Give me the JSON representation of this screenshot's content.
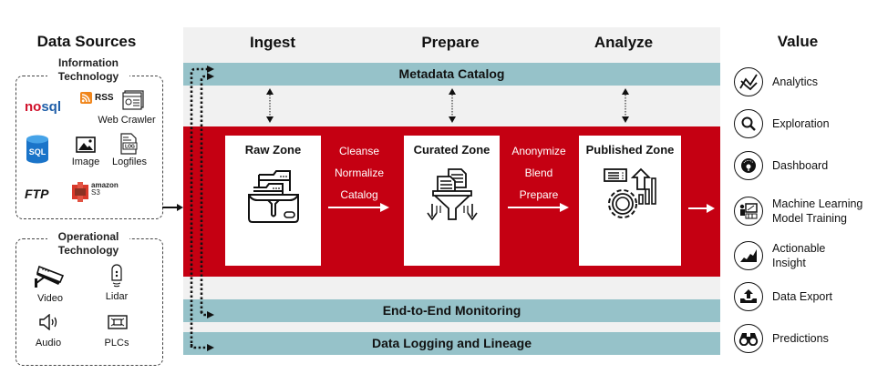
{
  "diagram": {
    "sections": {
      "data_sources": "Data Sources",
      "value": "Value"
    },
    "phases": [
      "Ingest",
      "Prepare",
      "Analyze"
    ],
    "information_technology": {
      "title_line1": "Information",
      "title_line2": "Technology",
      "items": {
        "nosql_a": "no",
        "nosql_b": "sql",
        "rss": "RSS",
        "web_crawler": "Web Crawler",
        "sql": "SQL",
        "image": "Image",
        "logfiles": "Logfiles",
        "log_tag": "LOG",
        "ftp": "FTP",
        "amazon": "amazon",
        "s3": "S3"
      }
    },
    "operational_technology": {
      "title_line1": "Operational",
      "title_line2": "Technology",
      "items": [
        "Video",
        "Lidar",
        "Audio",
        "PLCs"
      ]
    },
    "bands": {
      "metadata": "Metadata Catalog",
      "monitoring": "End-to-End Monitoring",
      "logging": "Data Logging and Lineage"
    },
    "zones": [
      {
        "title": "Raw Zone",
        "icon": "folder-zip-icon"
      },
      {
        "title": "Curated Zone",
        "icon": "filter-funnel-icon"
      },
      {
        "title": "Published Zone",
        "icon": "gear-growth-icon"
      }
    ],
    "transitions": [
      [
        "Cleanse",
        "Normalize",
        "Catalog"
      ],
      [
        "Anonymize",
        "Blend",
        "Prepare"
      ]
    ],
    "value_items": [
      {
        "line1": "Analytics",
        "line2": "",
        "icon": "line-chart-icon"
      },
      {
        "line1": "Exploration",
        "line2": "",
        "icon": "magnifier-icon"
      },
      {
        "line1": "Dashboard",
        "line2": "",
        "icon": "gauge-icon"
      },
      {
        "line1": "Machine Learning",
        "line2": "Model Training",
        "icon": "presentation-icon"
      },
      {
        "line1": "Actionable",
        "line2": "Insight",
        "icon": "area-chart-icon"
      },
      {
        "line1": "Data Export",
        "line2": "",
        "icon": "upload-tray-icon"
      },
      {
        "line1": "Predictions",
        "line2": "",
        "icon": "binoculars-icon"
      }
    ],
    "colors": {
      "pipeline_red": "#c50012",
      "band_teal": "#96c2c9",
      "phase_gray": "#f1f1f1"
    }
  }
}
